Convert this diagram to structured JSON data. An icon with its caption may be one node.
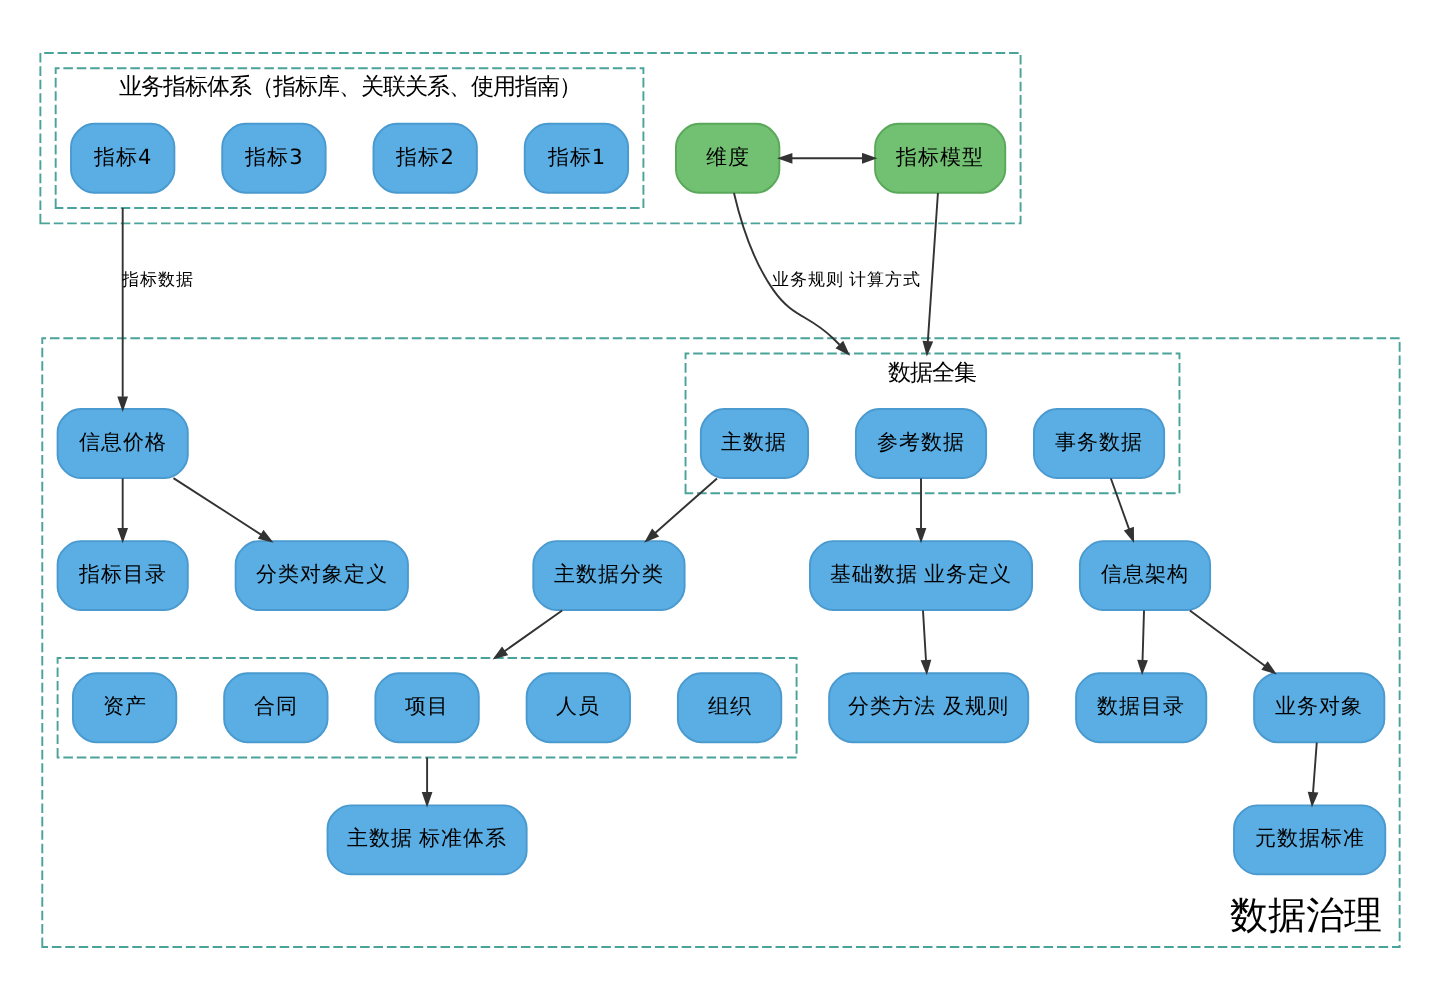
{
  "diagram": {
    "nodes": [
      {
        "text": [],
        "shape": "box"
      },
      {
        "text": [
          "业务指标体系（指标库、关联关系、使用指南）"
        ],
        "in": 0
      },
      {
        "text": [
          "指标1"
        ],
        "in": 1
      },
      {
        "text": [
          "指标2"
        ],
        "in": 1
      },
      {
        "text": [
          "指标3"
        ],
        "in": 1
      },
      {
        "text": [
          "指标4"
        ],
        "in": 1
      },
      {
        "text": [
          "维度"
        ],
        "in": 0
      },
      {
        "text": [
          "指标模型"
        ],
        "in": 0
      },
      {
        "text": [
          "数据治理"
        ]
      },
      {
        "text": [
          "数据全集"
        ],
        "in": 8
      },
      {
        "text": [
          "主数据"
        ],
        "in": 9
      },
      {
        "text": [
          "参考数据"
        ],
        "in": 9
      },
      {
        "text": [
          "事务数据"
        ],
        "in": 9
      },
      {
        "text": [
          "主数据 标准体系"
        ],
        "in": 8
      },
      {
        "text": [],
        "shape": "box",
        "in": 8
      },
      {
        "text": [
          "组织"
        ],
        "in": 14
      },
      {
        "text": [
          "人员"
        ],
        "in": 14
      },
      {
        "text": [
          "项目"
        ],
        "in": 14
      },
      {
        "text": [
          "合同"
        ],
        "in": 14
      },
      {
        "text": [
          "资产"
        ],
        "in": 14
      },
      {
        "text": [
          "主数据分类"
        ],
        "in": 8
      },
      {
        "text": [
          "基础数据 业务定义"
        ],
        "in": 8
      },
      {
        "text": [
          "分类方法 及规则"
        ],
        "in": 8
      },
      {
        "text": [
          "信息架构"
        ],
        "in": 8
      },
      {
        "text": [
          "数据目录"
        ],
        "in": 8
      },
      {
        "text": [
          "业务对象"
        ],
        "in": 8
      },
      {
        "text": [
          "元数据标准"
        ],
        "in": 8
      },
      {
        "text": [
          "信息价格"
        ],
        "in": 8
      },
      {
        "text": [
          "指标目录"
        ],
        "in": 8
      },
      {
        "text": [
          "分类对象定义"
        ],
        "in": 8
      }
    ],
    "edges": [
      {
        "from": 6,
        "to": 7,
        "arrow": "both"
      },
      {
        "from": 6,
        "to": 9,
        "arrow": "to",
        "label": "业务规则 计算方式"
      },
      {
        "from": 7,
        "to": 9,
        "arrow": "to"
      },
      {
        "from": 1,
        "to": 27,
        "arrow": "to",
        "label": "指标数据"
      },
      {
        "from": 10,
        "to": 20,
        "arrow": "to"
      },
      {
        "from": 20,
        "to": 14,
        "arrow": "to"
      },
      {
        "from": 14,
        "to": 13,
        "arrow": "to"
      },
      {
        "from": 11,
        "to": 21,
        "arrow": "to"
      },
      {
        "from": 21,
        "to": 22,
        "arrow": "to"
      },
      {
        "from": 12,
        "to": 23,
        "arrow": "to"
      },
      {
        "from": 23,
        "to": 24,
        "arrow": "to"
      },
      {
        "from": 23,
        "to": 25,
        "arrow": "to"
      },
      {
        "from": 25,
        "to": 26,
        "arrow": "to"
      },
      {
        "from": 27,
        "to": 28,
        "arrow": "to"
      },
      {
        "from": 27,
        "to": 29,
        "arrow": "to"
      }
    ]
  }
}
